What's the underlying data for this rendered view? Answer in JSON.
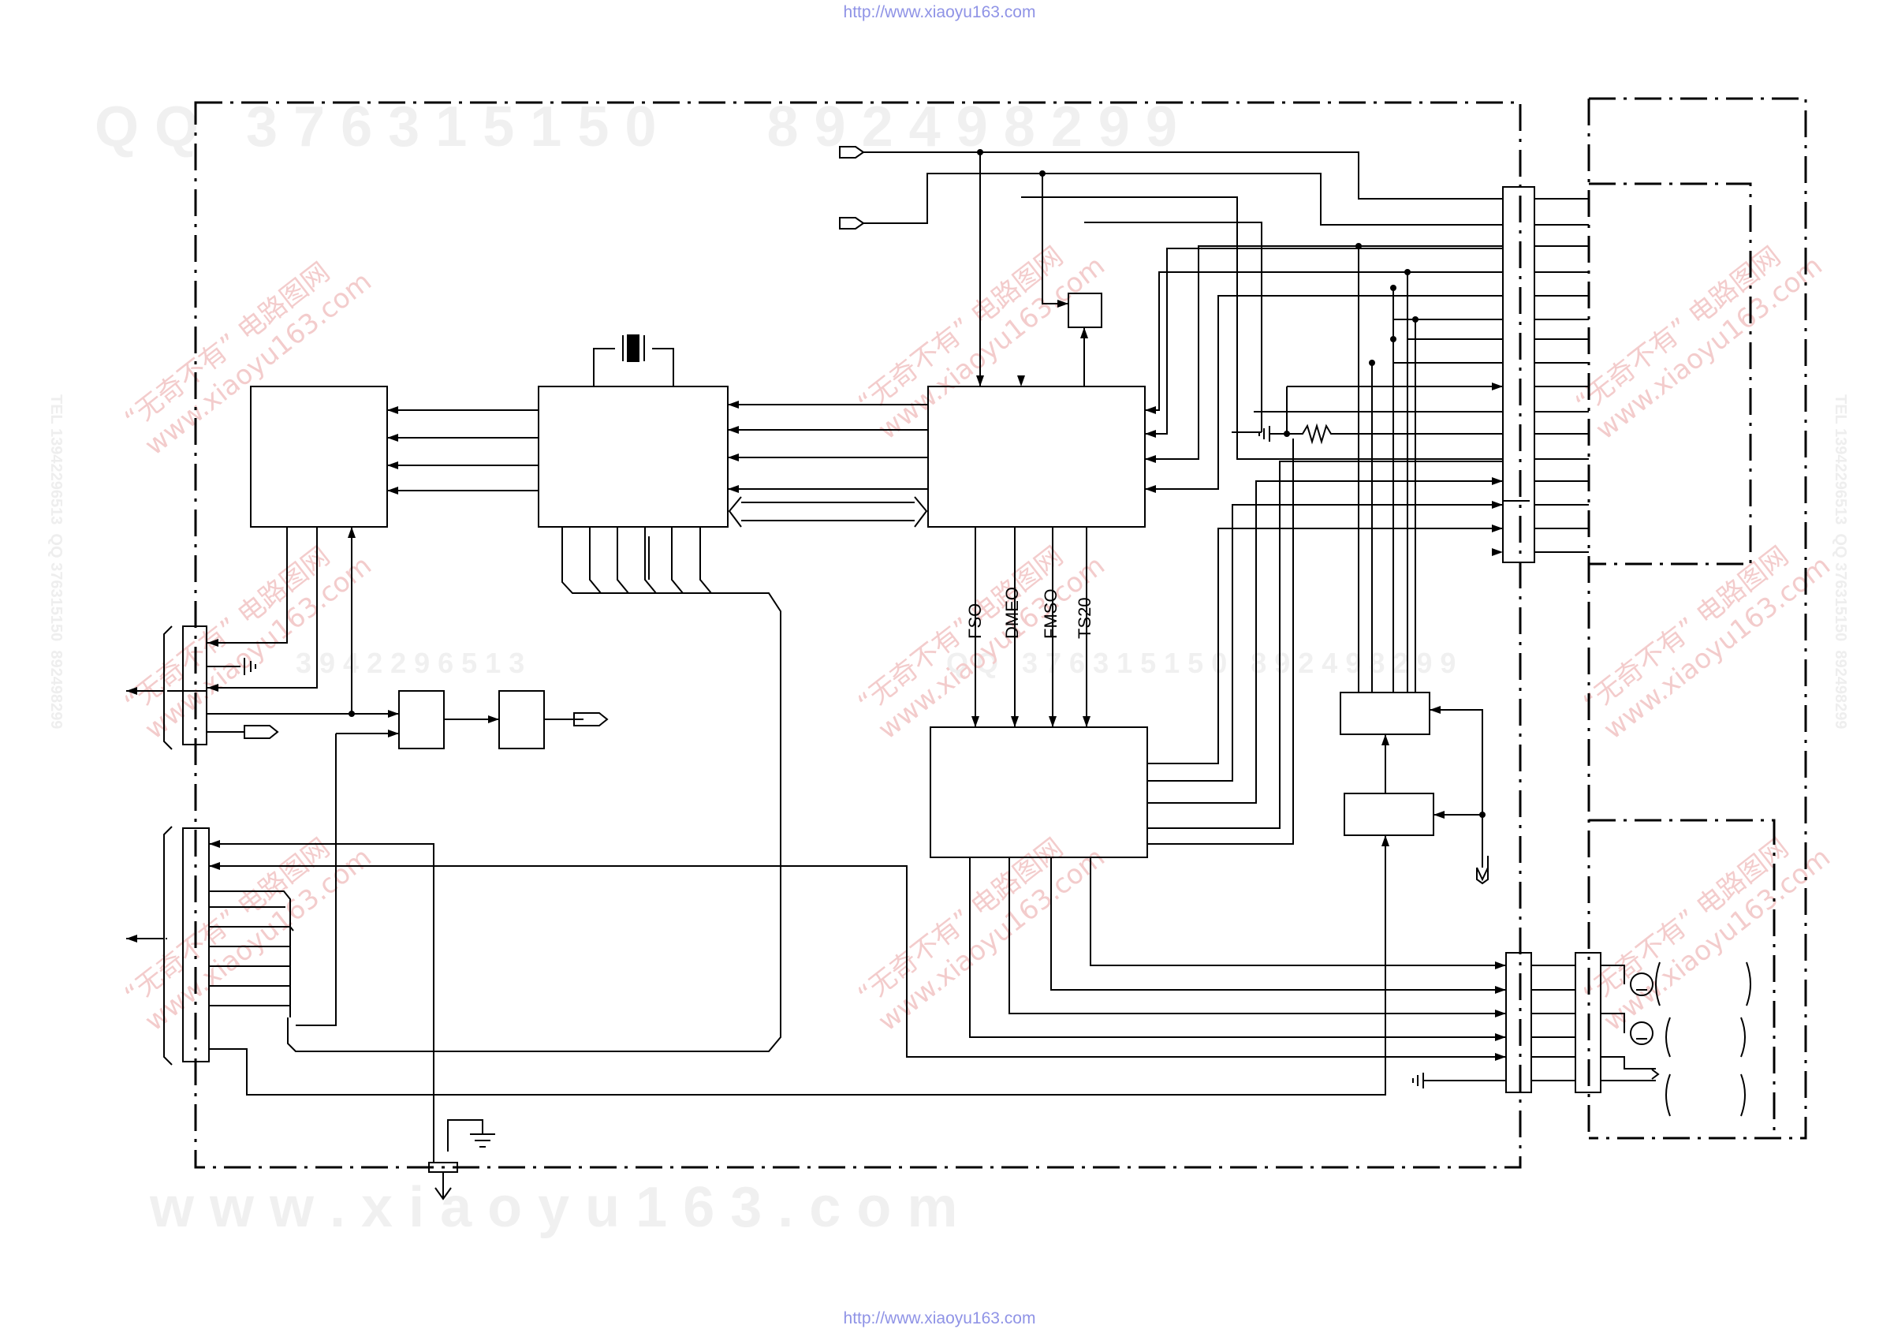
{
  "header_url": "http://www.xiaoyu163.com",
  "footer_url": "http://www.xiaoyu163.com",
  "watermarks": {
    "qq_line": "Q Q   3 7 6 3 1 5 1 5 0       8 9 2 4 9 8 2 9 9",
    "mid_line": "3 9 4 2 2 9 6 5 1 3",
    "mid_line_right": "Q Q   3 7 6 3 1 5 1 5 0   8 9 2 4 9 8 2 9 9",
    "www_line": "w w w . x i a o y u 1 6 3 . c o m",
    "stamp": "“无奇不有” 电路图网\nwww.xiaoyu163.com",
    "side_text": "TEL 13942296513  QQ 376315150  892498299"
  },
  "signals": {
    "fso": "FSO",
    "dmeo": "DMEO",
    "fmso": "FMSO",
    "ts20": "TS20"
  },
  "colors": {
    "line": "#000000",
    "url": "#8f93e6",
    "watermark_red": "#f3cccc",
    "watermark_gray": "#f0f0f0"
  }
}
